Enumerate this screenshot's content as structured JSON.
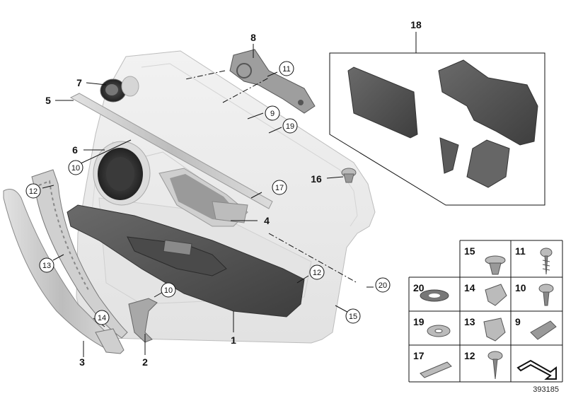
{
  "callouts_plain": [
    {
      "id": "p1",
      "text": "1"
    },
    {
      "id": "p2",
      "text": "2"
    },
    {
      "id": "p3",
      "text": "3"
    },
    {
      "id": "p4",
      "text": "4"
    },
    {
      "id": "p5",
      "text": "5"
    },
    {
      "id": "p6",
      "text": "6"
    },
    {
      "id": "p7",
      "text": "7"
    },
    {
      "id": "p8",
      "text": "8"
    },
    {
      "id": "p16",
      "text": "16"
    },
    {
      "id": "p18",
      "text": "18"
    }
  ],
  "callouts_circled": [
    {
      "id": "c9",
      "text": "9"
    },
    {
      "id": "c10a",
      "text": "10"
    },
    {
      "id": "c10b",
      "text": "10"
    },
    {
      "id": "c11",
      "text": "11"
    },
    {
      "id": "c12a",
      "text": "12"
    },
    {
      "id": "c12b",
      "text": "12"
    },
    {
      "id": "c13",
      "text": "13"
    },
    {
      "id": "c14",
      "text": "14"
    },
    {
      "id": "c15",
      "text": "15"
    },
    {
      "id": "c17",
      "text": "17"
    },
    {
      "id": "c19",
      "text": "19"
    },
    {
      "id": "c20",
      "text": "20"
    }
  ],
  "parts_table": [
    {
      "text": "15"
    },
    {
      "text": "11"
    },
    {
      "text": "20"
    },
    {
      "text": "14"
    },
    {
      "text": "10"
    },
    {
      "text": "19"
    },
    {
      "text": "13"
    },
    {
      "text": "9"
    },
    {
      "text": "17"
    },
    {
      "text": "12"
    }
  ],
  "reference_number": "393185",
  "colors": {
    "door_panel": "#ebebeb",
    "trim_dark": "#585858",
    "trim_light": "#cfcfcf",
    "line": "#111111"
  }
}
